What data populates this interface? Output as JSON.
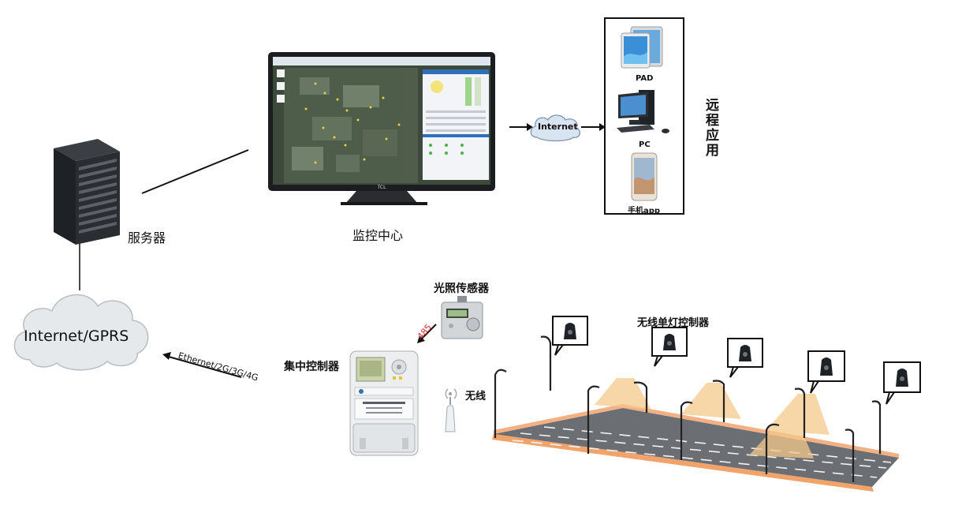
{
  "labels": {
    "server": "服务器",
    "monitor_center": "监控中心",
    "remote_app": "远程应用",
    "pad": "PAD",
    "pc": "PC",
    "phone_app": "手机app",
    "internet_bubble": "Internet",
    "internet_gprs": "Internet/GPRS",
    "light_sensor": "光照传感器",
    "concentrator": "集中控制器",
    "wireless": "无线",
    "single_lamp_controller": "无线单灯控制器",
    "rs485": "485",
    "ethernet_link": "Ethernet/2G/3G/4G",
    "monitor_brand": "TCL"
  },
  "icons": {
    "server": "server-tower-icon",
    "monitor": "monitor-map-icon",
    "cloud": "cloud-icon",
    "tablet": "tablet-icon",
    "desktop": "desktop-pc-icon",
    "phone": "smartphone-icon",
    "sensor": "light-sensor-icon",
    "meter": "concentrator-meter-icon",
    "antenna": "wireless-antenna-icon",
    "lamp_controller": "lamp-controller-icon"
  },
  "colors": {
    "line": "#111111",
    "cloud_fill": "#e6e9ec",
    "road": "#6b6f74",
    "road_edge": "#f2a36a",
    "light_cone": "#f5c98a",
    "rs485_label": "#d22b2b"
  }
}
